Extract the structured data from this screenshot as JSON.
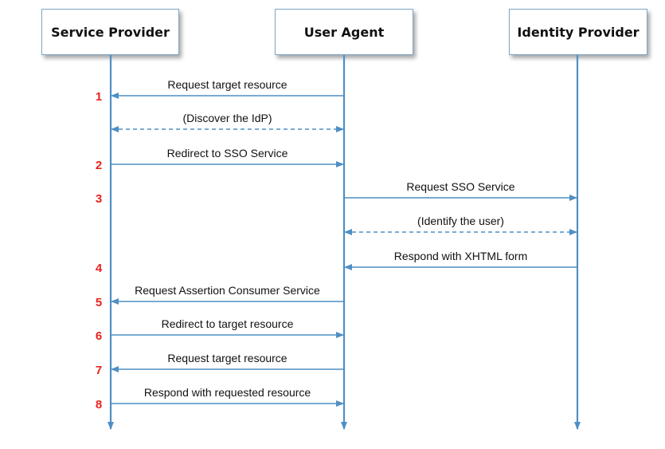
{
  "actors": [
    {
      "id": "sp",
      "name": "Service Provider"
    },
    {
      "id": "ua",
      "name": "User Agent"
    },
    {
      "id": "idp",
      "name": "Identity Provider"
    }
  ],
  "colors": {
    "lifeline": "#4f8fc4",
    "arrow": "#4f8fc4",
    "step_number": "#e8231f",
    "box_border": "#7fa6c7"
  },
  "messages": [
    {
      "step": "1",
      "label": "Request target resource",
      "from": "ua",
      "to": "sp",
      "style": "solid"
    },
    {
      "step": "",
      "label": "(Discover the IdP)",
      "from": "sp",
      "to": "ua",
      "style": "dashed",
      "bidirectional": true
    },
    {
      "step": "2",
      "label": "Redirect to SSO Service",
      "from": "sp",
      "to": "ua",
      "style": "solid"
    },
    {
      "step": "3",
      "label": "Request SSO Service",
      "from": "ua",
      "to": "idp",
      "style": "solid"
    },
    {
      "step": "",
      "label": "(Identify the user)",
      "from": "ua",
      "to": "idp",
      "style": "dashed",
      "bidirectional": true
    },
    {
      "step": "4",
      "label": "Respond with XHTML form",
      "from": "idp",
      "to": "ua",
      "style": "solid"
    },
    {
      "step": "5",
      "label": "Request Assertion Consumer Service",
      "from": "ua",
      "to": "sp",
      "style": "solid"
    },
    {
      "step": "6",
      "label": "Redirect to target resource",
      "from": "sp",
      "to": "ua",
      "style": "solid"
    },
    {
      "step": "7",
      "label": "Request target resource",
      "from": "ua",
      "to": "sp",
      "style": "solid"
    },
    {
      "step": "8",
      "label": "Respond with requested resource",
      "from": "sp",
      "to": "ua",
      "style": "solid"
    }
  ]
}
